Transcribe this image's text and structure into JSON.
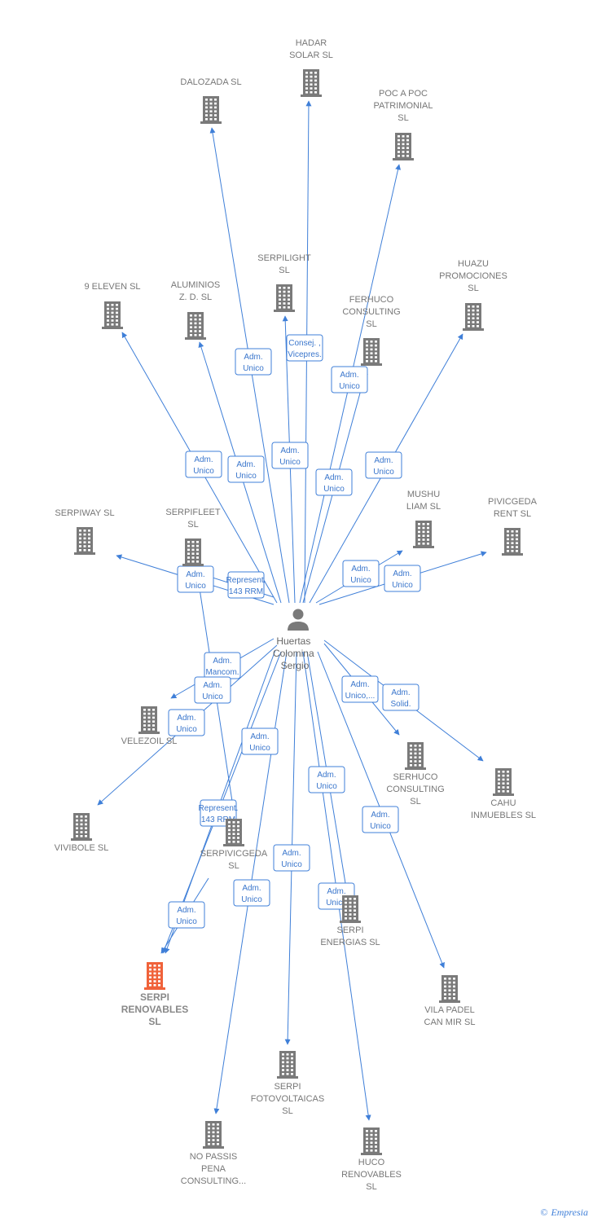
{
  "center": {
    "name": [
      "Huertas",
      "Colomina",
      "Sergio"
    ]
  },
  "colors": {
    "edge": "#3f7fd8",
    "building": "#7a7a7a",
    "highlight": "#f0623a"
  },
  "nodes": [
    {
      "id": "hadar",
      "label": [
        "HADAR",
        "SOLAR  SL"
      ]
    },
    {
      "id": "dalozada",
      "label": [
        "DALOZADA  SL"
      ]
    },
    {
      "id": "pocapoc",
      "label": [
        "POC A POC",
        "PATRIMONIAL",
        "SL"
      ]
    },
    {
      "id": "serpilight",
      "label": [
        "SERPILIGHT",
        "SL"
      ]
    },
    {
      "id": "huazu",
      "label": [
        "HUAZU",
        "PROMOCIONES",
        "SL"
      ]
    },
    {
      "id": "eleven",
      "label": [
        "9 ELEVEN  SL"
      ]
    },
    {
      "id": "aluminios",
      "label": [
        "ALUMINIOS",
        "Z. D.  SL"
      ]
    },
    {
      "id": "ferhuco",
      "label": [
        "FERHUCO",
        "CONSULTING",
        "SL"
      ]
    },
    {
      "id": "mushu",
      "label": [
        "MUSHU",
        "LIAM  SL"
      ]
    },
    {
      "id": "pivicgeda",
      "label": [
        "PIVICGEDA",
        "RENT  SL"
      ]
    },
    {
      "id": "serpiway",
      "label": [
        "SERPIWAY  SL"
      ]
    },
    {
      "id": "serpifleet",
      "label": [
        "SERPIFLEET",
        "SL"
      ]
    },
    {
      "id": "velezoil",
      "label": [
        "VELEZOIL  SL"
      ]
    },
    {
      "id": "vivibole",
      "label": [
        "VIVIBOLE  SL"
      ]
    },
    {
      "id": "serhuco",
      "label": [
        "SERHUCO",
        "CONSULTING",
        "SL"
      ]
    },
    {
      "id": "cahu",
      "label": [
        "CAHU",
        "INMUEBLES  SL"
      ]
    },
    {
      "id": "serpivicgeda",
      "label": [
        "SERPIVICGEDA",
        "SL"
      ]
    },
    {
      "id": "serpienergias",
      "label": [
        "SERPI",
        "ENERGIAS  SL"
      ]
    },
    {
      "id": "serpirenovables",
      "label": [
        "SERPI",
        "RENOVABLES",
        "SL"
      ],
      "highlight": true
    },
    {
      "id": "vilapadel",
      "label": [
        "VILA PADEL",
        "CAN MIR  SL"
      ]
    },
    {
      "id": "fotovoltaicas",
      "label": [
        "SERPI",
        "FOTOVOLTAICAS",
        "SL"
      ]
    },
    {
      "id": "nopassis",
      "label": [
        "NO PASSIS",
        "PENA",
        "CONSULTING..."
      ]
    },
    {
      "id": "hucorenovables",
      "label": [
        "HUCO",
        "RENOVABLES",
        "SL"
      ]
    }
  ],
  "edges": [
    {
      "to": "dalozada",
      "label": [
        "Adm.",
        "Unico"
      ]
    },
    {
      "to": "hadar",
      "label": [
        "Consej. ,",
        "Vicepres."
      ]
    },
    {
      "to": "pocapoc",
      "label": [
        "Adm.",
        "Unico"
      ]
    },
    {
      "to": "eleven",
      "label": [
        "Adm.",
        "Unico"
      ]
    },
    {
      "to": "aluminios",
      "label": [
        "Adm.",
        "Unico"
      ]
    },
    {
      "to": "serpilight",
      "label": [
        "Adm.",
        "Unico"
      ]
    },
    {
      "to": "ferhuco",
      "label": [
        "Adm.",
        "Unico"
      ]
    },
    {
      "to": "huazu",
      "label": [
        "Adm.",
        "Unico"
      ]
    },
    {
      "to": "mushu",
      "label": [
        "Adm.",
        "Unico"
      ]
    },
    {
      "to": "pivicgeda",
      "label": [
        "Adm.",
        "Unico"
      ]
    },
    {
      "to": "serpiway",
      "label": [
        "Adm.",
        "Unico"
      ]
    },
    {
      "to": "serpifleet",
      "label": [
        "Represent.",
        "143 RRM"
      ]
    },
    {
      "to": "velezoil",
      "label": [
        "Adm.",
        "Mancom."
      ]
    },
    {
      "to": "vivibole",
      "label": [
        "Adm.",
        "Unico"
      ]
    },
    {
      "to": "serpifleet2",
      "label": [
        "Adm.",
        "Unico"
      ]
    },
    {
      "to": "serhuco",
      "label": [
        "Adm.",
        "Unico,..."
      ]
    },
    {
      "to": "cahu",
      "label": [
        "Adm.",
        "Solid."
      ]
    },
    {
      "to": "serpirenovables",
      "label": [
        "Adm.",
        "Unico"
      ]
    },
    {
      "to": "serpirenovables2",
      "label": [
        "Represent.",
        "143 RRM"
      ]
    },
    {
      "to": "serpirenovables3",
      "label": [
        "Adm.",
        "Unico"
      ]
    },
    {
      "to": "serpienergias",
      "label": [
        "Adm.",
        "Unico"
      ]
    },
    {
      "to": "vilapadel",
      "label": [
        "Adm.",
        "Unico"
      ]
    },
    {
      "to": "fotovoltaicas",
      "label": [
        "Adm.",
        "Unico"
      ]
    },
    {
      "to": "nopassis",
      "label": [
        "Adm.",
        "Unico"
      ]
    },
    {
      "to": "hucorenovables",
      "label": [
        "Adm.",
        "Unico"
      ]
    }
  ],
  "footer": {
    "copyright": "©",
    "brand": "Empresia"
  }
}
